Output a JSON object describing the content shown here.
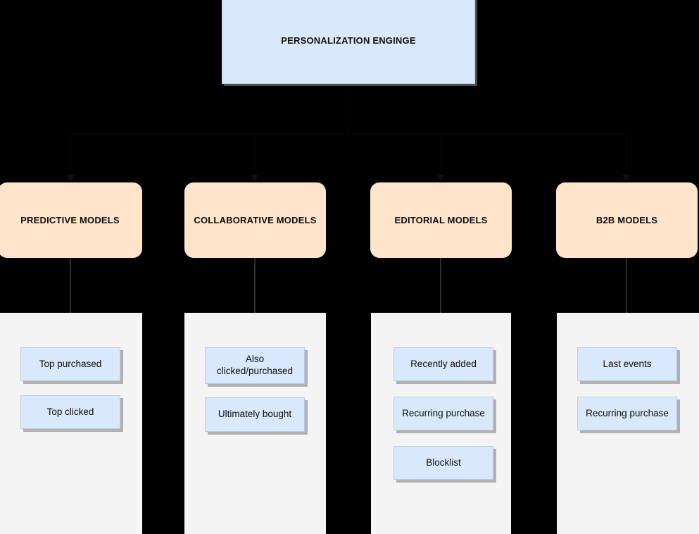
{
  "diagram": {
    "background_color": "#000000",
    "engine": {
      "label": "PERSONALIZATION ENGINGE",
      "fill": "#dae8fc"
    },
    "model_fill": "#ffe4cc",
    "panel_fill": "#f4f4f4",
    "item_fill": "#dae8fc",
    "columns": [
      {
        "model_label": "PREDICTIVE MODELS",
        "items": [
          {
            "label": "Top purchased"
          },
          {
            "label": "Top clicked"
          }
        ]
      },
      {
        "model_label": "COLLABORATIVE MODELS",
        "items": [
          {
            "label": "Also clicked/purchased"
          },
          {
            "label": "Ultimately bought"
          }
        ]
      },
      {
        "model_label": "EDITORIAL MODELS",
        "items": [
          {
            "label": "Recently added"
          },
          {
            "label": "Recurring purchase"
          },
          {
            "label": "Blocklist"
          }
        ]
      },
      {
        "model_label": "B2B MODELS",
        "items": [
          {
            "label": "Last events"
          },
          {
            "label": "Recurring purchase"
          }
        ]
      }
    ]
  }
}
